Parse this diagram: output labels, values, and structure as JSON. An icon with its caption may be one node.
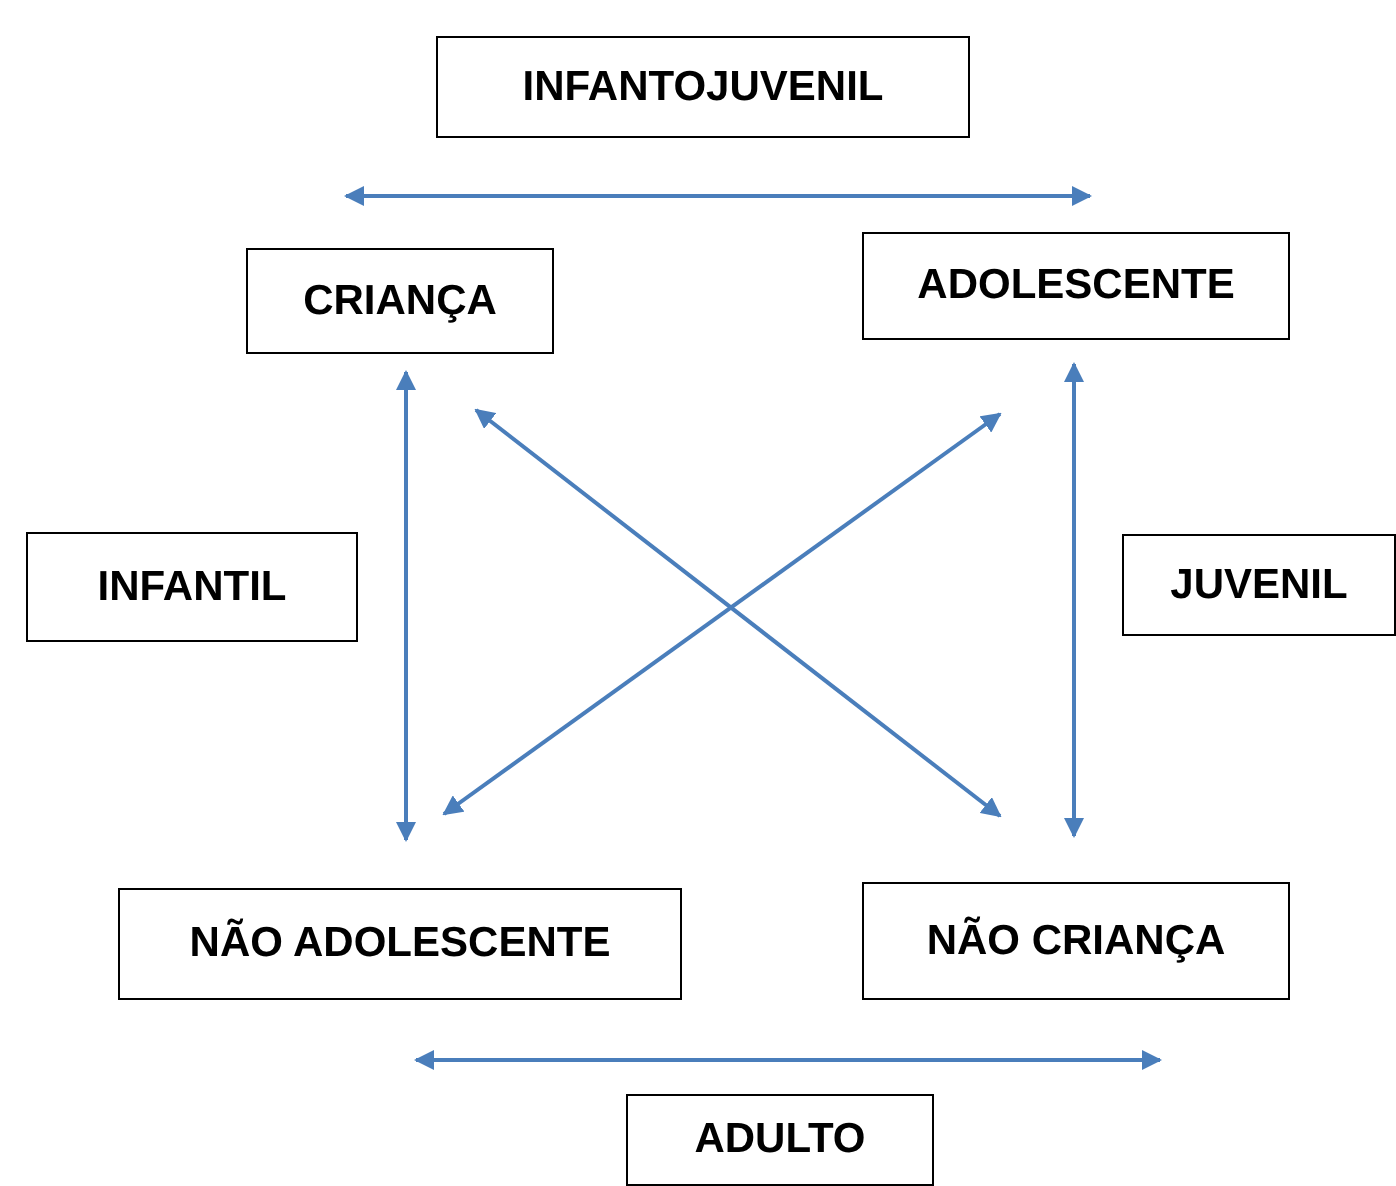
{
  "diagram": {
    "nodes": [
      {
        "text": [
          "INFANTOJUVENIL"
        ]
      },
      {
        "text": [
          "CRIANÇA"
        ]
      },
      {
        "text": [
          "ADOLESCENTE"
        ]
      },
      {
        "text": [
          "INFANTIL"
        ]
      },
      {
        "text": [
          "JUVENIL"
        ]
      },
      {
        "text": [
          "NÃO ADOLESCENTE"
        ]
      },
      {
        "text": [
          "NÃO CRIANÇA"
        ]
      },
      {
        "text": [
          "ADULTO"
        ]
      }
    ],
    "edges": [
      {
        "from": 1,
        "to": 2,
        "arrow": "both"
      },
      {
        "from": 1,
        "to": 5,
        "arrow": "both"
      },
      {
        "from": 2,
        "to": 6,
        "arrow": "both"
      },
      {
        "from": 1,
        "to": 6,
        "arrow": "both"
      },
      {
        "from": 5,
        "to": 2,
        "arrow": "both"
      },
      {
        "from": 5,
        "to": 6,
        "arrow": "both"
      }
    ]
  }
}
